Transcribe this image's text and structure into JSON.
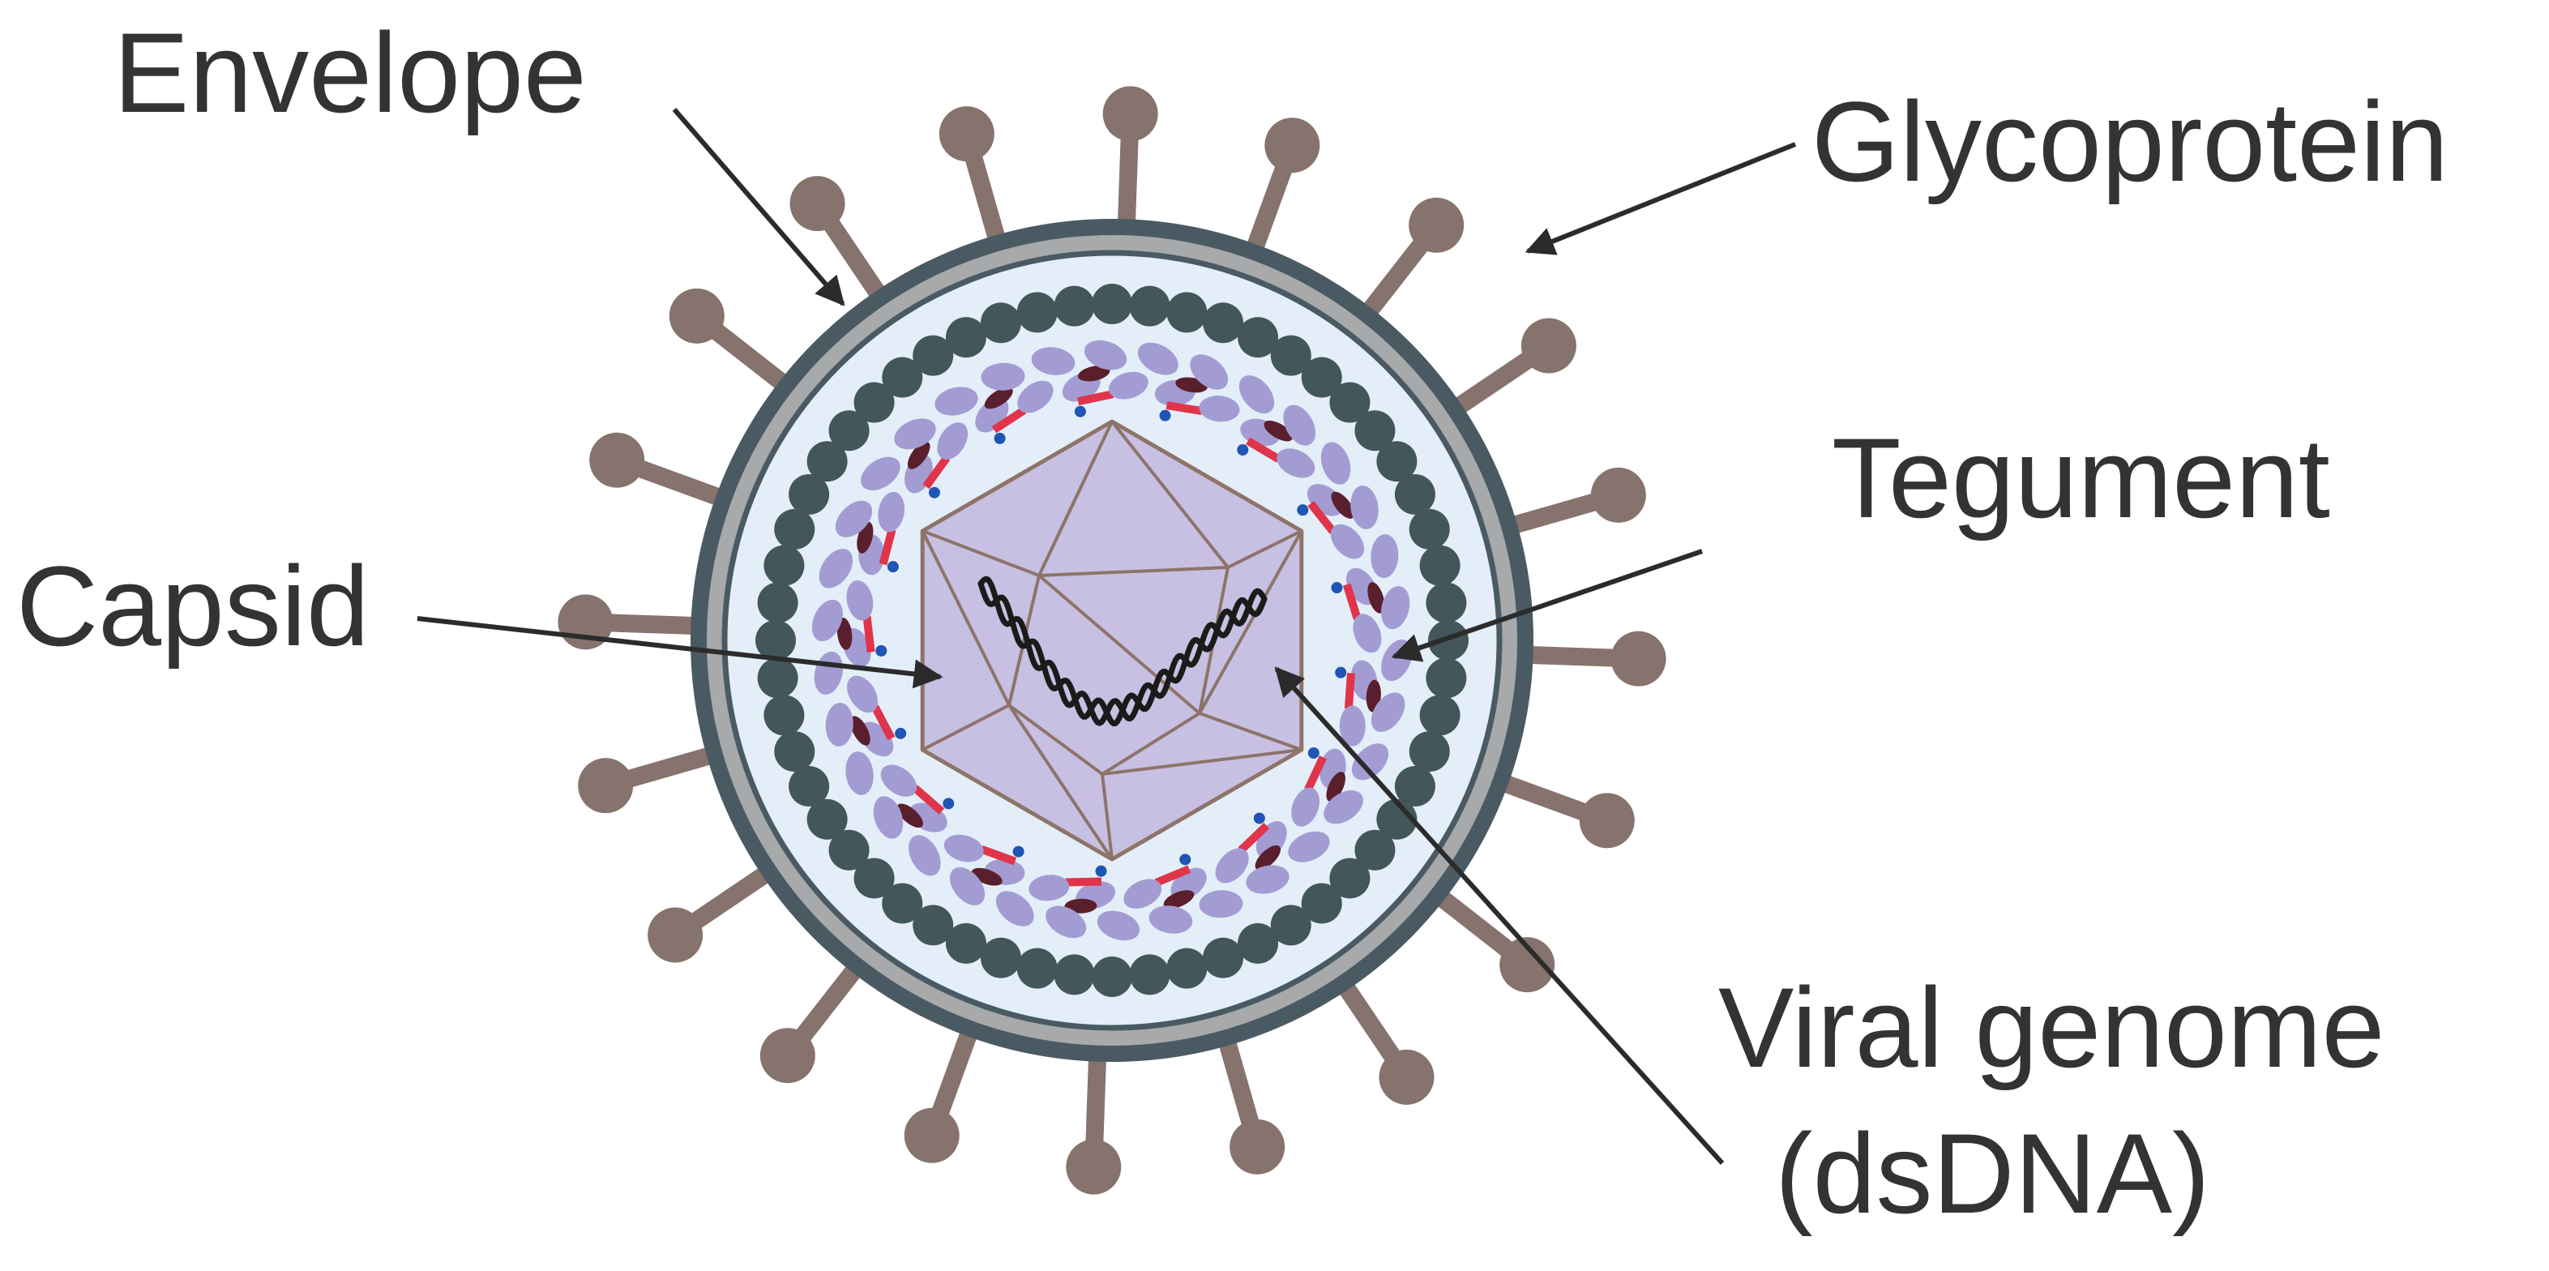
{
  "labels": {
    "envelope": "Envelope",
    "glycoprotein": "Glycoprotein",
    "tegument": "Tegument",
    "capsid": "Capsid",
    "genome_line1": "Viral genome",
    "genome_line2": "(dsDNA)"
  },
  "colors": {
    "text": "#333333",
    "arrow": "#2b2b2b",
    "envelope_outer": "#4a5a63",
    "envelope_band": "#a7a9ab",
    "tegument_fill": "#e3eef8",
    "capsomer": "#43565a",
    "glycoprotein": "#86736d",
    "capsid_fill": "#c7c0e2",
    "capsid_edge": "#8d7469",
    "protein_lavender": "#a39cd3",
    "protein_dark": "#5a1f2c",
    "protein_red": "#e0344b",
    "protein_blue": "#1f55b4",
    "dna": "#1b1b1b"
  }
}
